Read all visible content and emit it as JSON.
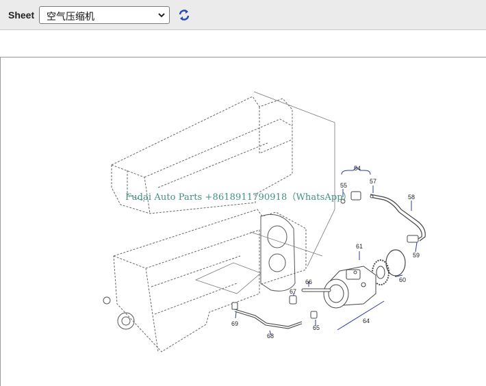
{
  "toolbar": {
    "sheet_label": "Sheet",
    "sheet_selected": "空气压缩机",
    "refresh_icon": "refresh-icon",
    "chevron_icon": "chevron-down-icon"
  },
  "diagram": {
    "watermark": "Fudai Auto Parts +8618911790918（WhatsApp）",
    "callouts": {
      "c54": "54",
      "c55": "55",
      "c57": "57",
      "c58": "58",
      "c59": "59",
      "c60": "60",
      "c61": "61",
      "c64": "64",
      "c65": "65",
      "c66": "66",
      "c67": "67",
      "c68": "68",
      "c69": "69"
    },
    "colors": {
      "callout_line": "#2a3aa0",
      "drawing": "#555555",
      "watermark": "#3f8f83"
    }
  }
}
